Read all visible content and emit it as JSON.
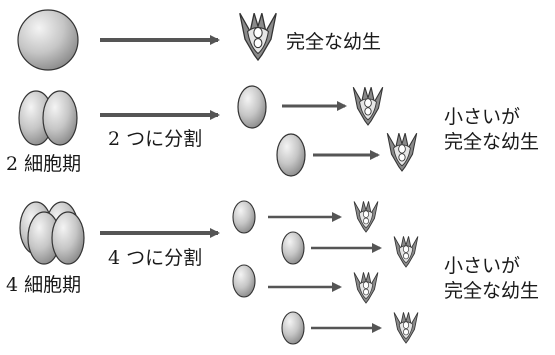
{
  "rows": [
    {
      "stage_label": "",
      "split_label": "",
      "result_label": [
        "完全な幼生"
      ]
    },
    {
      "stage_label": "2 細胞期",
      "split_label": "2 つに分割",
      "result_label": [
        "小さいが",
        "完全な幼生"
      ]
    },
    {
      "stage_label": "4 細胞期",
      "split_label": "4 つに分割",
      "result_label": [
        "小さいが",
        "完全な幼生"
      ]
    }
  ],
  "colors": {
    "arrow": "#555555",
    "cell_light": "#f2f2f2",
    "cell_dark": "#8f8f8f",
    "outline": "#333333",
    "larva_fill": "#8a8a8a",
    "text": "#1a1a1a"
  },
  "icons": [
    "egg-cell",
    "two-cell-embryo",
    "four-cell-embryo",
    "blastomere",
    "larva-icon",
    "arrow"
  ]
}
